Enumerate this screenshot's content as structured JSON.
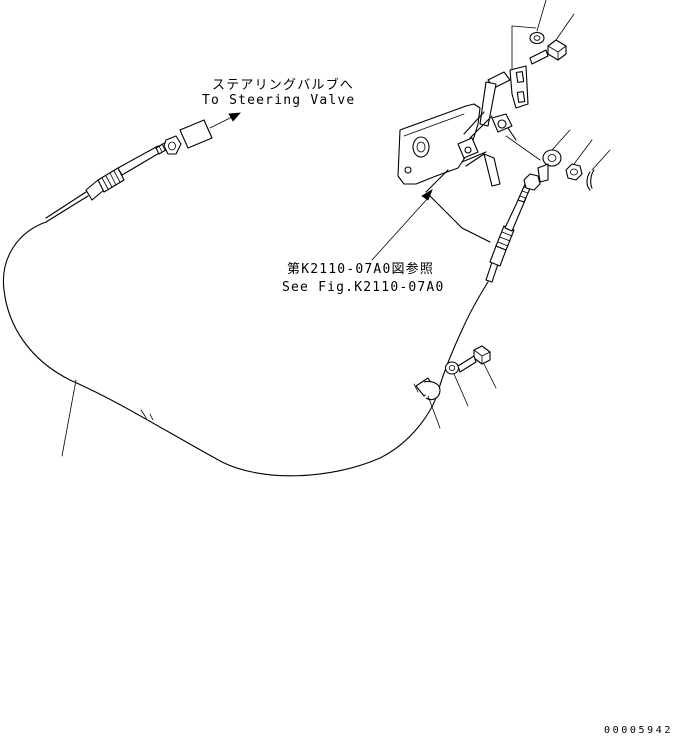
{
  "labels": {
    "to_valve_jp": "ステアリングバルブへ",
    "to_valve_en": "To Steering Valve",
    "see_fig_jp": "第K2110-07A0図参照",
    "see_fig_en": "See Fig.K2110-07A0"
  },
  "doc_number": "00005942"
}
